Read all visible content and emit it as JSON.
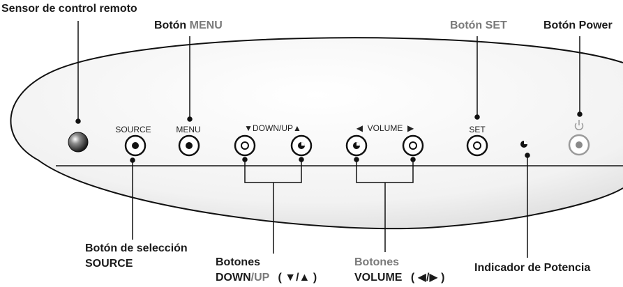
{
  "callouts": {
    "sensor": "Sensor de control remoto",
    "menu_prefix": "Botón ",
    "menu_name": "MENU",
    "set_prefix": "Botón ",
    "set_name": "SET",
    "power": "Botón Power",
    "source_line1": "Botón de selección",
    "source_line2": "SOURCE",
    "downup_line1": "Botones",
    "downup_name": "DOWN",
    "downup_rest": "/UP",
    "downup_symbols": "( ▼/▲ )",
    "volume_line1": "Botones",
    "volume_name": "VOLUME",
    "volume_symbols": "( ◀/▶ )",
    "power_indicator": "Indicador de Potencia"
  },
  "panel_labels": {
    "source": "SOURCE",
    "menu": "MENU",
    "downup": "▼DOWN/UP▲",
    "volume": "◀  VOLUME  ▶",
    "set": "SET",
    "power_symbol": "⏻"
  },
  "colors": {
    "panel_stroke": "#111111",
    "callout_text": "#1a1a1a",
    "callout_gray": "#7a7a7a",
    "shading": "#dcdcdc"
  }
}
